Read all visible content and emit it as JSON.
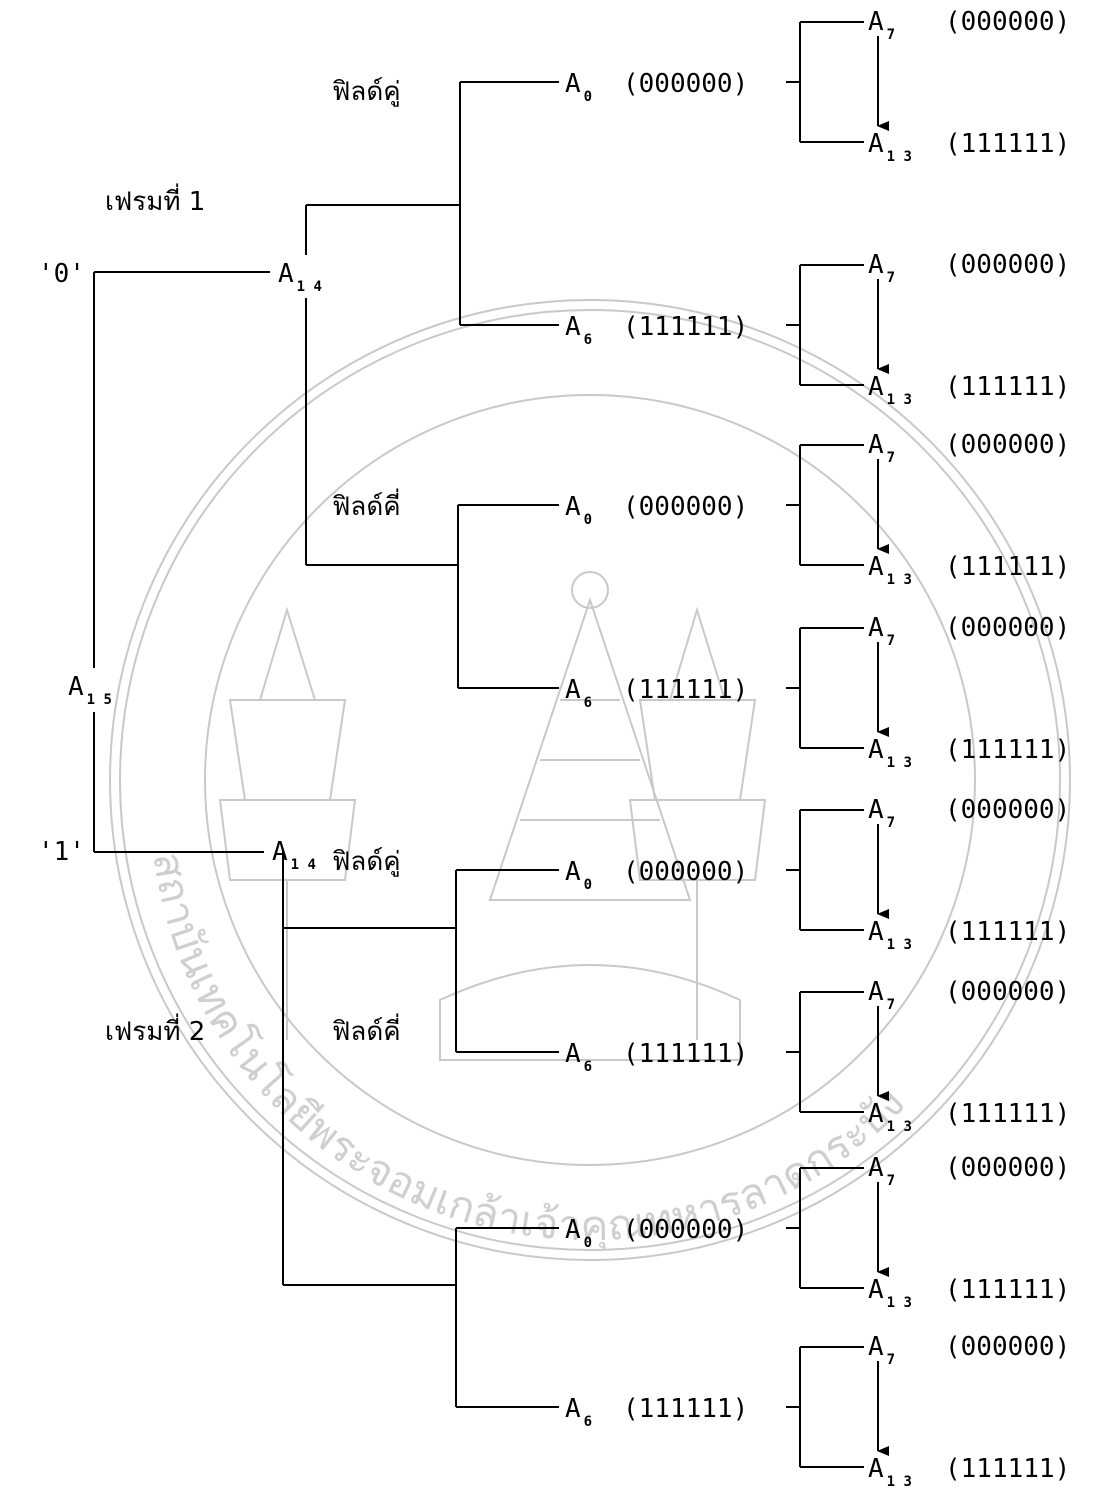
{
  "watermark": {
    "arc_text": "สถาบันเทคโนโลยีพระจอมเกล้าเจ้าคุณทหารลาดกระบัง"
  },
  "root": {
    "base": "A",
    "sub": "15"
  },
  "frames": [
    {
      "bit": "'0'",
      "label": "เฟรมที่ 1",
      "node": {
        "base": "A",
        "sub": "14"
      },
      "fields": [
        {
          "label": "ฟิลด์คู่",
          "branches": [
            {
              "base": "A",
              "sub": "0",
              "value": "(000000)",
              "top": {
                "base": "A",
                "sub": "7",
                "value": "(000000)"
              },
              "bottom": {
                "base": "A",
                "sub": "13",
                "value": "(111111)"
              }
            },
            {
              "base": "A",
              "sub": "6",
              "value": "(111111)",
              "top": {
                "base": "A",
                "sub": "7",
                "value": "(000000)"
              },
              "bottom": {
                "base": "A",
                "sub": "13",
                "value": "(111111)"
              }
            }
          ]
        },
        {
          "label": "ฟิลด์คี่",
          "branches": [
            {
              "base": "A",
              "sub": "0",
              "value": "(000000)",
              "top": {
                "base": "A",
                "sub": "7",
                "value": "(000000)"
              },
              "bottom": {
                "base": "A",
                "sub": "13",
                "value": "(111111)"
              }
            },
            {
              "base": "A",
              "sub": "6",
              "value": "(111111)",
              "top": {
                "base": "A",
                "sub": "7",
                "value": "(000000)"
              },
              "bottom": {
                "base": "A",
                "sub": "13",
                "value": "(111111)"
              }
            }
          ]
        }
      ]
    },
    {
      "bit": "'1'",
      "label": "เฟรมที่ 2",
      "node": {
        "base": "A",
        "sub": "14"
      },
      "fields": [
        {
          "label": "ฟิลด์คู่",
          "branches": [
            {
              "base": "A",
              "sub": "0",
              "value": "(000000)",
              "top": {
                "base": "A",
                "sub": "7",
                "value": "(000000)"
              },
              "bottom": {
                "base": "A",
                "sub": "13",
                "value": "(111111)"
              }
            },
            {
              "base": "A",
              "sub": "6",
              "value": "(111111)",
              "top": {
                "base": "A",
                "sub": "7",
                "value": "(000000)"
              },
              "bottom": {
                "base": "A",
                "sub": "13",
                "value": "(111111)"
              }
            }
          ]
        },
        {
          "label": "ฟิลด์คี่",
          "branches": [
            {
              "base": "A",
              "sub": "0",
              "value": "(000000)",
              "top": {
                "base": "A",
                "sub": "7",
                "value": "(000000)"
              },
              "bottom": {
                "base": "A",
                "sub": "13",
                "value": "(111111)"
              }
            },
            {
              "base": "A",
              "sub": "6",
              "value": "(111111)",
              "top": {
                "base": "A",
                "sub": "7",
                "value": "(000000)"
              },
              "bottom": {
                "base": "A",
                "sub": "13",
                "value": "(111111)"
              }
            }
          ]
        }
      ]
    }
  ]
}
